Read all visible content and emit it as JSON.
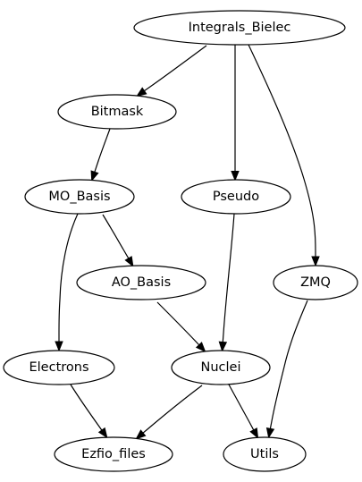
{
  "graph": {
    "nodes": [
      {
        "id": "integrals_bielec",
        "label": "Integrals_Bielec",
        "color": "#e00000"
      },
      {
        "id": "bitmask",
        "label": "Bitmask"
      },
      {
        "id": "mo_basis",
        "label": "MO_Basis"
      },
      {
        "id": "pseudo",
        "label": "Pseudo"
      },
      {
        "id": "ao_basis",
        "label": "AO_Basis"
      },
      {
        "id": "zmq",
        "label": "ZMQ"
      },
      {
        "id": "electrons",
        "label": "Electrons"
      },
      {
        "id": "nuclei",
        "label": "Nuclei"
      },
      {
        "id": "ezfio_files",
        "label": "Ezfio_files"
      },
      {
        "id": "utils",
        "label": "Utils"
      }
    ],
    "edges": [
      {
        "from": "integrals_bielec",
        "to": "bitmask"
      },
      {
        "from": "integrals_bielec",
        "to": "pseudo"
      },
      {
        "from": "integrals_bielec",
        "to": "zmq"
      },
      {
        "from": "bitmask",
        "to": "mo_basis"
      },
      {
        "from": "mo_basis",
        "to": "ao_basis"
      },
      {
        "from": "mo_basis",
        "to": "electrons"
      },
      {
        "from": "ao_basis",
        "to": "nuclei"
      },
      {
        "from": "pseudo",
        "to": "nuclei"
      },
      {
        "from": "electrons",
        "to": "ezfio_files"
      },
      {
        "from": "nuclei",
        "to": "ezfio_files"
      },
      {
        "from": "nuclei",
        "to": "utils"
      },
      {
        "from": "zmq",
        "to": "utils"
      }
    ]
  }
}
